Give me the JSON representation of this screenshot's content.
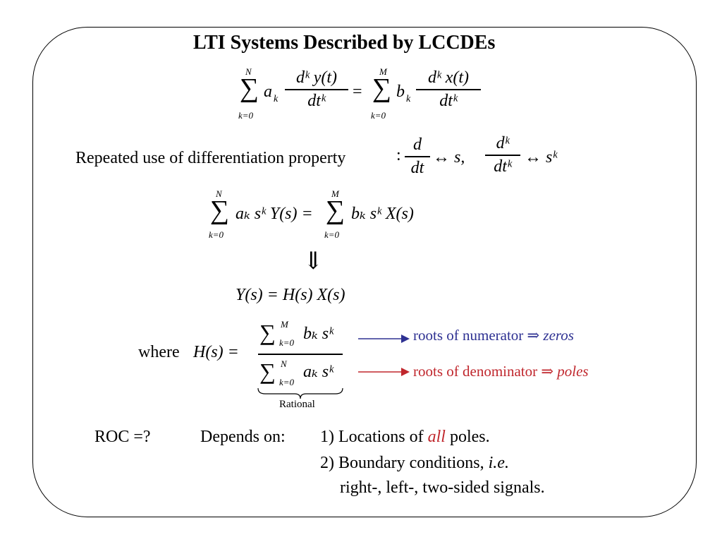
{
  "title": "LTI Systems Described by LCCDEs",
  "eq1": {
    "sum_upper_left": "N",
    "sum_lower_left": "k=0",
    "sum_upper_right": "M",
    "sum_lower_right": "k=0",
    "coef_left": "a",
    "coef_left_sub": "k",
    "coef_right": "b",
    "coef_right_sub": "k",
    "num_left": "dᵏ y(t)",
    "den_left": "dtᵏ",
    "num_right": "dᵏ x(t)",
    "den_right": "dtᵏ",
    "equals": "="
  },
  "diff_property": {
    "text": "Repeated use of differentiation property",
    "colon": ":",
    "frac1_num": "d",
    "frac1_den": "dt",
    "map1": "↔ s,",
    "frac2_num": "dᵏ",
    "frac2_den": "dtᵏ",
    "map2": "↔ sᵏ"
  },
  "eq2": {
    "upper_left": "N",
    "lower_left": "k=0",
    "left_expr": "aₖ sᵏ Y(s) =",
    "upper_right": "M",
    "lower_right": "k=0",
    "right_expr": "bₖ sᵏ X(s)"
  },
  "implies_arrow": "⇓",
  "eq3": "Y(s) = H(s) X(s)",
  "transfer": {
    "where": "where",
    "lhs": "H(s) =",
    "num_upper": "M",
    "num_lower": "k=0",
    "num_expr": "bₖ sᵏ",
    "den_upper": "N",
    "den_lower": "k=0",
    "den_expr": "aₖ sᵏ",
    "brace_label": "Rational"
  },
  "annotations": {
    "zeros_text": "roots of numerator ⇒",
    "zeros_word": "zeros",
    "poles_text": "roots of denominator ⇒",
    "poles_word": "poles"
  },
  "roc": {
    "label": "ROC =?",
    "depends": "Depends on:",
    "item1_pre": "1) Locations of",
    "item1_em": "all",
    "item1_post": "poles.",
    "item2_pre": "2) Boundary conditions,",
    "item2_em": "i.e.",
    "item3": "right-, left-, two-sided signals."
  },
  "colors": {
    "zeros": "#2e3192",
    "poles": "#c0272d",
    "emphasis": "#c0272d"
  }
}
